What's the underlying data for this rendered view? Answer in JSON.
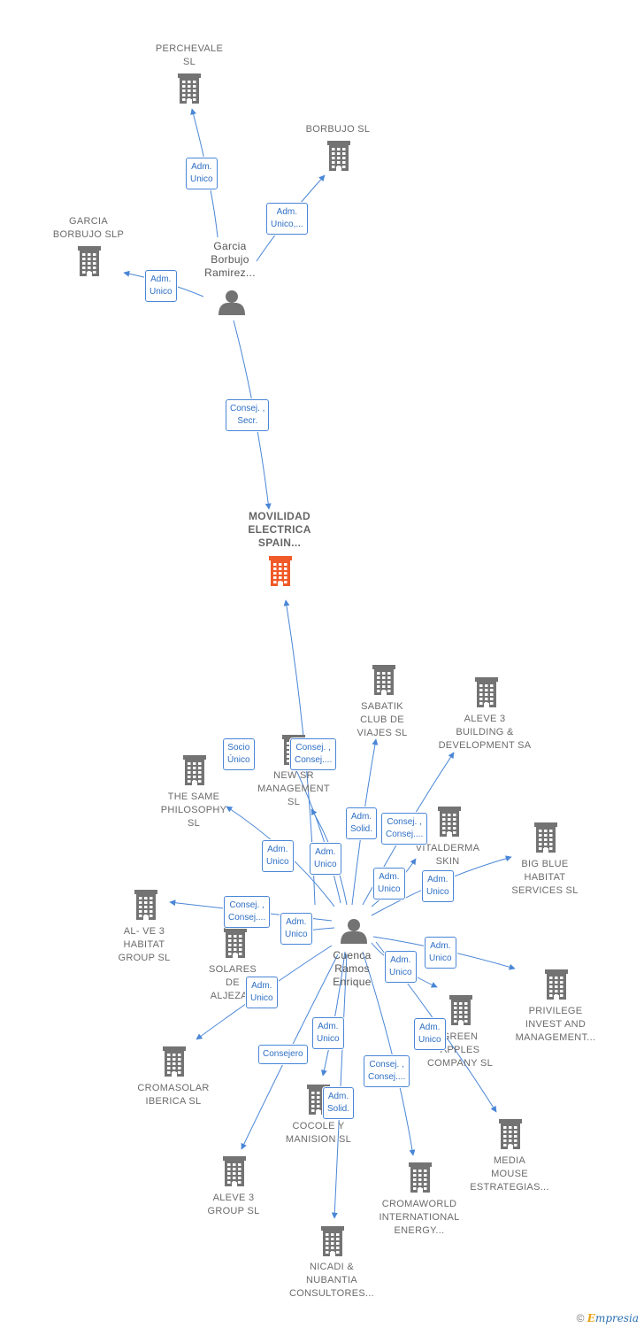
{
  "colors": {
    "edge": "#4a86d6",
    "building": "#737373",
    "building_focus": "#f05a28",
    "person": "#737373",
    "label_text": "#6b6b6b"
  },
  "companies": [
    {
      "id": "perchevale",
      "label": "PERCHEVALE\nSL",
      "focus": false
    },
    {
      "id": "borbujo",
      "label": "BORBUJO  SL",
      "focus": false
    },
    {
      "id": "garcia-borbujo",
      "label": "GARCIA\nBORBUJO SLP",
      "focus": false
    },
    {
      "id": "movilidad",
      "label": "MOVILIDAD\nELECTRICA\nSPAIN...",
      "focus": true
    },
    {
      "id": "sabatik",
      "label": "SABATIK\nCLUB DE\nVIAJES  SL",
      "focus": false
    },
    {
      "id": "aleve3-building",
      "label": "ALEVE 3\nBUILDING &\nDEVELOPMENT SA",
      "focus": false
    },
    {
      "id": "new-sr",
      "label": "NEW SR\nMANAGEMENT\nSL",
      "focus": false
    },
    {
      "id": "same-philosophy",
      "label": "THE SAME\nPHILOSOPHY\nSL",
      "focus": false
    },
    {
      "id": "vitalderma",
      "label": "VITALDERMA\nSKIN\n...",
      "focus": false
    },
    {
      "id": "big-blue",
      "label": "BIG BLUE\nHABITAT\nSERVICES SL",
      "focus": false
    },
    {
      "id": "al-ve3",
      "label": "AL- VE 3\nHABITAT\nGROUP SL",
      "focus": false
    },
    {
      "id": "solares",
      "label": "SOLARES\nDE\nALJEZAR",
      "focus": false
    },
    {
      "id": "privilege",
      "label": "PRIVILEGE\nINVEST AND\nMANAGEMENT...",
      "focus": false
    },
    {
      "id": "green-apples",
      "label": "GREEN\nAPPLES\nCOMPANY SL",
      "focus": false
    },
    {
      "id": "cromasolar",
      "label": "CROMASOLAR\nIBERICA SL",
      "focus": false
    },
    {
      "id": "cocole",
      "label": "COCOLE Y\nMANISION  SL",
      "focus": false
    },
    {
      "id": "media-mouse",
      "label": "MEDIA\nMOUSE\nESTRATEGIAS...",
      "focus": false
    },
    {
      "id": "aleve3-group",
      "label": "ALEVE 3\nGROUP SL",
      "focus": false
    },
    {
      "id": "cromaworld",
      "label": "CROMAWORLD\nINTERNATIONAL\nENERGY...",
      "focus": false
    },
    {
      "id": "nicadi",
      "label": "NICADI &\nNUBANTIA\nCONSULTORES...",
      "focus": false
    }
  ],
  "persons": [
    {
      "id": "garcia-person",
      "label": "Garcia\nBorbujo\nRamirez..."
    },
    {
      "id": "cuenca-person",
      "label": "Cuenca\nRamos\nEnrique"
    }
  ],
  "edges": [
    {
      "from": "garcia-person",
      "to": "perchevale",
      "label": "Adm.\nUnico"
    },
    {
      "from": "garcia-person",
      "to": "borbujo",
      "label": "Adm.\nUnico,..."
    },
    {
      "from": "garcia-person",
      "to": "garcia-borbujo",
      "label": "Adm.\nUnico"
    },
    {
      "from": "garcia-person",
      "to": "movilidad",
      "label": "Consej. ,\nSecr."
    },
    {
      "from": "cuenca-person",
      "to": "movilidad",
      "label": "Consej. ,\nConsej...."
    },
    {
      "from": "cuenca-person",
      "to": "new-sr",
      "label": "Socio\nÚnico"
    },
    {
      "from": "cuenca-person",
      "to": "sabatik",
      "label": "Adm.\nSolid."
    },
    {
      "from": "cuenca-person",
      "to": "aleve3-building",
      "label": "Consej. ,\nConsej...."
    },
    {
      "from": "cuenca-person",
      "to": "same-philosophy",
      "label": "Adm.\nUnico"
    },
    {
      "from": "cuenca-person",
      "to": "new-sr",
      "label": "Adm.\nUnico"
    },
    {
      "from": "cuenca-person",
      "to": "vitalderma",
      "label": "Adm.\nUnico"
    },
    {
      "from": "cuenca-person",
      "to": "big-blue",
      "label": "Adm.\nUnico"
    },
    {
      "from": "cuenca-person",
      "to": "al-ve3",
      "label": "Consej. ,\nConsej...."
    },
    {
      "from": "cuenca-person",
      "to": "solares",
      "label": "Adm.\nUnico"
    },
    {
      "from": "cuenca-person",
      "to": "privilege",
      "label": "Adm.\nUnico"
    },
    {
      "from": "cuenca-person",
      "to": "green-apples",
      "label": "Adm.\nUnico"
    },
    {
      "from": "cuenca-person",
      "to": "cromasolar",
      "label": "Adm.\nUnico"
    },
    {
      "from": "cuenca-person",
      "to": "cocole",
      "label": "Adm.\nUnico"
    },
    {
      "from": "cuenca-person",
      "to": "media-mouse",
      "label": "Adm.\nUnico"
    },
    {
      "from": "cuenca-person",
      "to": "aleve3-group",
      "label": "Consejero"
    },
    {
      "from": "cuenca-person",
      "to": "nicadi",
      "label": "Adm.\nSolid."
    },
    {
      "from": "cuenca-person",
      "to": "cromaworld",
      "label": "Consej. ,\nConsej...."
    }
  ],
  "footer": {
    "copyright": "©",
    "brand_initial": "E",
    "brand_rest": "mpresia"
  }
}
